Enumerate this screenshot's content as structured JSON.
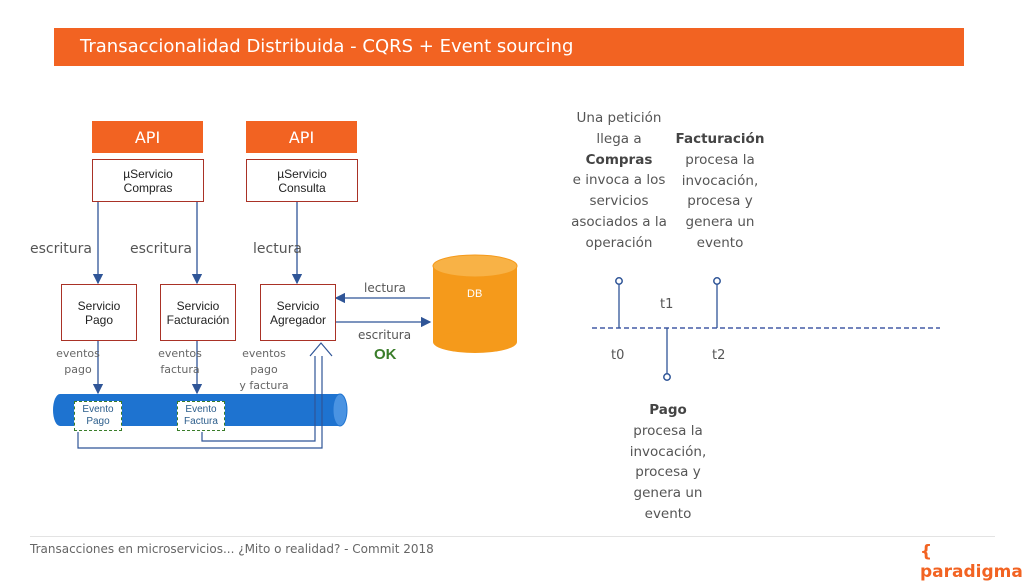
{
  "colors": {
    "accent": "#f26322",
    "service_border": "#a93226",
    "arrow": "#2f5597",
    "bus": "#1e73d0",
    "db": "#f59a1b",
    "ok": "#3a7d2a"
  },
  "header": {
    "title": "Transaccionalidad Distribuida - CQRS +  Event sourcing"
  },
  "apis": [
    {
      "label": "API"
    },
    {
      "label": "API"
    }
  ],
  "microservices": [
    {
      "line1": "µServicio",
      "line2": "Compras"
    },
    {
      "line1": "µServicio",
      "line2": "Consulta"
    }
  ],
  "labels": {
    "escritura_1": "escritura",
    "escritura_2": "escritura",
    "lectura_top": "lectura",
    "lectura_db": "lectura",
    "escritura_db": "escritura",
    "ok": "OK",
    "db": "DB"
  },
  "services": [
    {
      "line1": "Servicio",
      "line2": "Pago"
    },
    {
      "line1": "Servicio",
      "line2": "Facturación"
    },
    {
      "line1": "Servicio",
      "line2": "Agregador"
    }
  ],
  "event_labels": [
    {
      "line1": "eventos",
      "line2": "pago"
    },
    {
      "line1": "eventos",
      "line2": "factura"
    },
    {
      "line1": "eventos pago",
      "line2": "y factura"
    }
  ],
  "events": [
    {
      "line1": "Evento",
      "line2": "Pago"
    },
    {
      "line1": "Evento",
      "line2": "Factura"
    }
  ],
  "timeline": {
    "t0": "t0",
    "t1": "t1",
    "t2": "t2",
    "compras_text": {
      "l1": "Una petición",
      "l2": "llega a",
      "l3": "Compras",
      "l4": "e invoca a los",
      "l5": "servicios",
      "l6": "asociados a la",
      "l7": "operación"
    },
    "facturacion_text": {
      "l1": "Facturación",
      "l2": "procesa la",
      "l3": "invocación,",
      "l4": "procesa y",
      "l5": "genera un",
      "l6": "evento"
    },
    "pago_text": {
      "l1": "Pago",
      "l2": "procesa la",
      "l3": "invocación,",
      "l4": "procesa y",
      "l5": "genera un",
      "l6": "evento"
    }
  },
  "footer": {
    "text": "Transacciones en microservicios... ¿Mito o realidad? - Commit 2018",
    "logo": "{ paradigma"
  }
}
